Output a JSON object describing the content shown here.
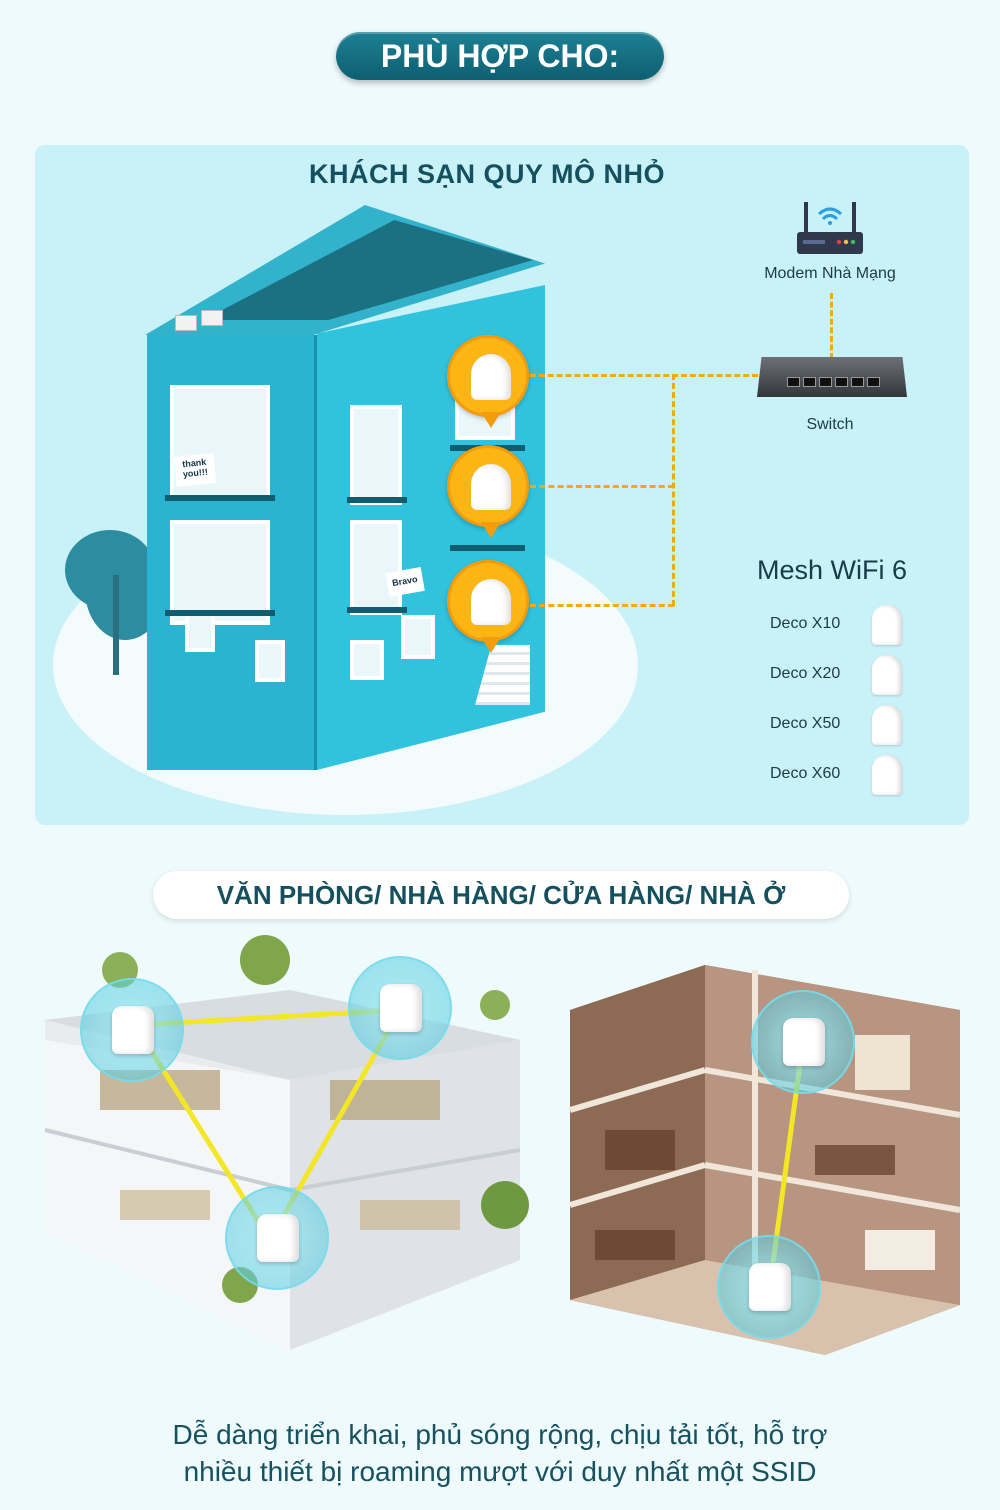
{
  "header": {
    "title": "PHÙ HỢP CHO:"
  },
  "hotel": {
    "title": "KHÁCH SẠN QUY MÔ NHỎ",
    "modem_label": "Modem Nhà Mạng",
    "switch_label": "Switch",
    "mesh_title": "Mesh WiFi 6",
    "models": [
      "Deco X10",
      "Deco X20",
      "Deco X50",
      "Deco X60"
    ],
    "banner_1": "thank you!!!",
    "banner_2": "Bravo"
  },
  "uses": {
    "title": "VĂN PHÒNG/ NHÀ HÀNG/ CỬA HÀNG/ NHÀ Ở"
  },
  "footer": {
    "line1": "Dễ dàng triển khai, phủ sóng rộng, chịu tải tốt, hỗ trợ",
    "line2": "nhiều thiết bị roaming mượt với duy nhất một SSID"
  },
  "colors": {
    "accent": "#0e5f72",
    "cable": "#f6a90f",
    "panel_bg": "#c8f1f8",
    "mesh_line": "#f2e626"
  }
}
